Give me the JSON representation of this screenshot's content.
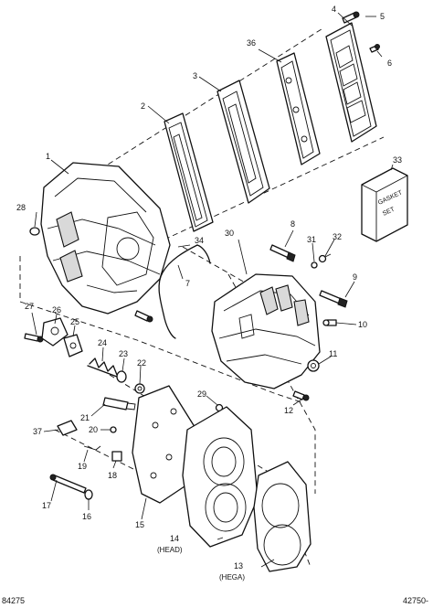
{
  "callouts": {
    "c1": "1",
    "c2": "2",
    "c3": "3",
    "c4": "4",
    "c5": "5",
    "c6": "6",
    "c7": "7",
    "c8": "8",
    "c9": "9",
    "c10": "10",
    "c11": "11",
    "c12": "12",
    "c13": "13",
    "c13_note": "(HEGA)",
    "c14": "14",
    "c14_note": "(HEAD)",
    "c15": "15",
    "c16": "16",
    "c17": "17",
    "c18": "18",
    "c19": "19",
    "c20": "20",
    "c21": "21",
    "c22": "22",
    "c23": "23",
    "c24": "24",
    "c25": "25",
    "c26": "26",
    "c27": "27",
    "c28": "28",
    "c29": "29",
    "c30": "30",
    "c31": "31",
    "c32": "32",
    "c33": "33",
    "c36": "36",
    "c37": "37"
  },
  "gasket_box": {
    "line1": "GASKET",
    "line2": "SET"
  },
  "refs": {
    "left": "84275",
    "right": "42750-"
  }
}
